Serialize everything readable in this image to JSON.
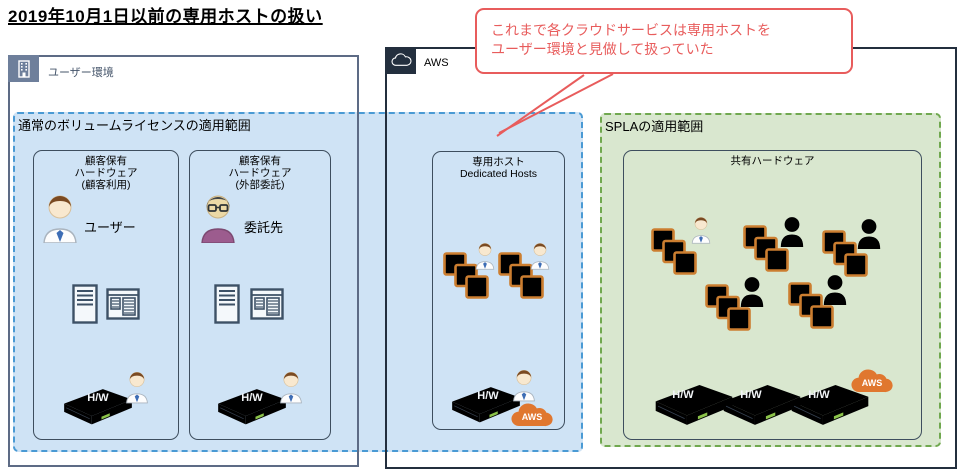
{
  "title": "2019年10月1日以前の専用ホストの扱い",
  "callout": {
    "line1": "これまで各クラウドサービスは専用ホストを",
    "line2": "ユーザー環境と見做して扱っていた"
  },
  "user_env": {
    "label": "ユーザー環境"
  },
  "aws": {
    "label": "AWS"
  },
  "blue_region": {
    "label": "通常のボリュームライセンスの適用範囲"
  },
  "green_region": {
    "label": "SPLAの適用範囲"
  },
  "customer_box_1": {
    "line1": "顧客保有",
    "line2": "ハードウェア",
    "line3": "(顧客利用)",
    "person_label": "ユーザー"
  },
  "customer_box_2": {
    "line1": "顧客保有",
    "line2": "ハードウェア",
    "line3": "(外部委託)",
    "person_label": "委託先"
  },
  "dedicated_box": {
    "line1": "専用ホスト",
    "line2": "Dedicated Hosts"
  },
  "shared_box": {
    "label": "共有ハードウェア"
  },
  "labels": {
    "hw": "H/W",
    "aws_badge": "AWS"
  },
  "colors": {
    "blue_fill": "#cfe3f5",
    "blue_border": "#4a9ad4",
    "green_fill": "#d9e7cf",
    "green_border": "#70a84f",
    "callout_red": "#e85c5c",
    "vm_orange": "#cc7e30",
    "aws_orange": "#e0772f",
    "env_border": "#5d6b85",
    "aws_border": "#232f3e"
  }
}
